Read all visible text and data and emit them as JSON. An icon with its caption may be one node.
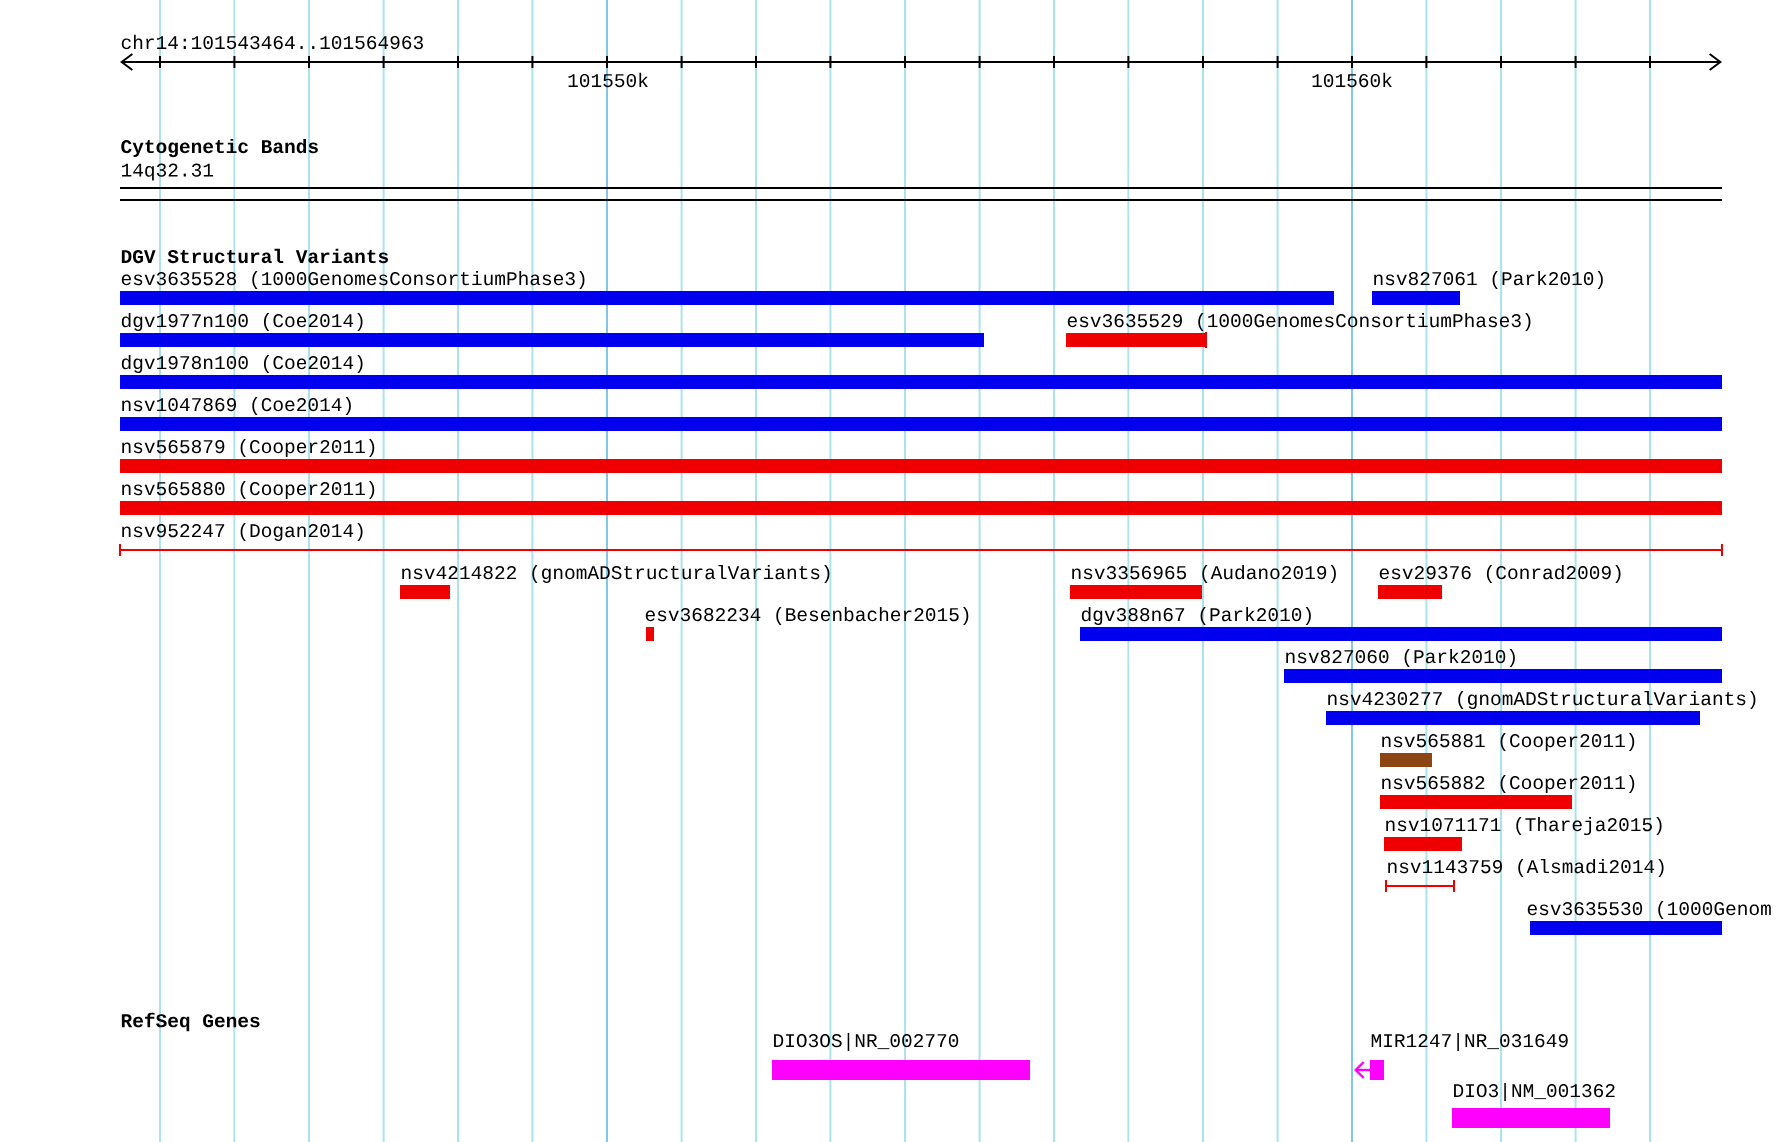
{
  "diagram": {
    "nodes": [
      {
        "text": [
          "esv3635528 (1000GenomesConsortiumPhase3)"
        ]
      },
      {
        "text": [
          "nsv827061 (Park2010)"
        ]
      },
      {
        "text": [
          "dgv1977n100 (Coe2014)"
        ]
      },
      {
        "text": [
          "esv3635529 (1000GenomesConsortiumPhase3)"
        ]
      },
      {
        "text": [
          "dgv1978n100 (Coe2014)"
        ]
      },
      {
        "text": [
          "nsv1047869 (Coe2014)"
        ]
      },
      {
        "text": [
          "nsv565879 (Cooper2011)"
        ]
      },
      {
        "text": [
          "nsv565880 (Cooper2011)"
        ]
      },
      {
        "text": [
          "nsv952247 (Dogan2014)"
        ]
      },
      {
        "text": [
          "nsv4214822 (gnomADStructuralVariants)"
        ]
      },
      {
        "text": [
          "nsv3356965 (Audano2019)"
        ]
      },
      {
        "text": [
          "esv29376 (Conrad2009)"
        ]
      },
      {
        "text": [
          "esv3682234 (Besenbacher2015)"
        ]
      },
      {
        "text": [
          "dgv388n67 (Park2010)"
        ]
      },
      {
        "text": [
          "nsv827060 (Park2010)"
        ]
      },
      {
        "text": [
          "nsv4230277 (gnomADStructuralVariants)"
        ]
      },
      {
        "text": [
          "nsv565881 (Cooper2011)"
        ]
      },
      {
        "text": [
          "nsv565882 (Cooper2011)"
        ]
      },
      {
        "text": [
          "nsv1071171 (Thareja2015)"
        ]
      },
      {
        "text": [
          "nsv1143759 (Alsmadi2014)"
        ]
      },
      {
        "text": [
          "esv3635530 (1000Genom"
        ]
      },
      {
        "text": [
          "DIO3OS|NR_002770"
        ]
      },
      {
        "text": [
          "MIR1247|NR_031649"
        ]
      },
      {
        "text": [
          "DIO3|NM_001362"
        ]
      }
    ],
    "labels": [
      "chr14:101543464..101564963",
      "101550k",
      "101560k",
      "Cytogenetic Bands",
      "14q32.31",
      "DGV Structural Variants",
      "RefSeq Genes"
    ]
  }
}
